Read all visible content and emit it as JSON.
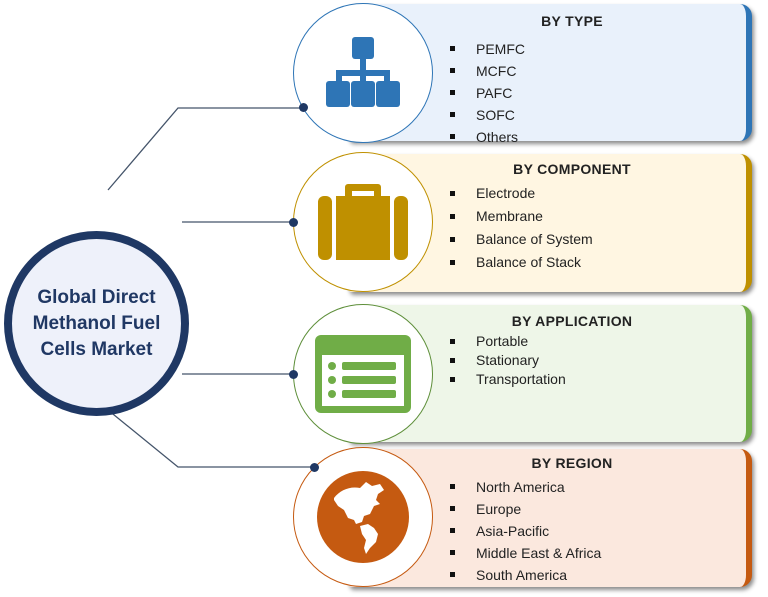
{
  "hub": {
    "title": "Global Direct Methanol Fuel Cells Market"
  },
  "colors": {
    "hub_ring": "#1f3864",
    "type": "#2e75b6",
    "component": "#bf9000",
    "application": "#70ad47",
    "region": "#c55a11"
  },
  "segments": [
    {
      "title": "BY TYPE",
      "icon": "hierarchy-icon",
      "items": [
        "PEMFC",
        "MCFC",
        "PAFC",
        "SOFC",
        "Others"
      ]
    },
    {
      "title": "BY COMPONENT",
      "icon": "briefcase-icon",
      "items": [
        "Electrode",
        "Membrane",
        "Balance of System",
        "Balance of Stack"
      ]
    },
    {
      "title": "BY APPLICATION",
      "icon": "list-window-icon",
      "items": [
        "Portable",
        "Stationary",
        "Transportation"
      ]
    },
    {
      "title": "BY REGION",
      "icon": "globe-icon",
      "items": [
        "North America",
        "Europe",
        "Asia-Pacific",
        "Middle East & Africa",
        "South America"
      ]
    }
  ]
}
